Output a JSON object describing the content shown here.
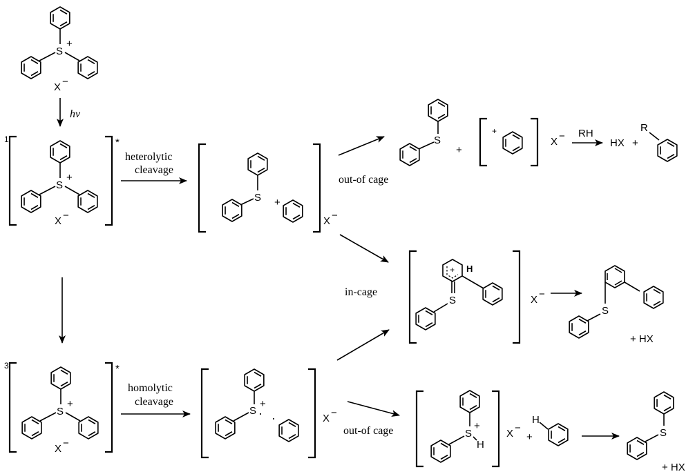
{
  "atoms": {
    "sulfur": "S",
    "plus": "+",
    "counterion": "X",
    "minus": "−",
    "hydrogen": "H",
    "radical_dot": "·",
    "alkyl_r": "R"
  },
  "reagents": {
    "light": "hv",
    "rh": "RH",
    "hx": "HX",
    "plus_hx": "+ HX",
    "plus_sign": "+"
  },
  "states": {
    "singlet": "1",
    "triplet": "3",
    "excited": "*"
  },
  "labels": {
    "heterolytic_line1": "heterolytic",
    "heterolytic_line2": "cleavage",
    "homolytic_line1": "homolytic",
    "homolytic_line2": "cleavage",
    "out_of_cage_top": "out-of cage",
    "in_cage": "in-cage",
    "out_of_cage_bottom": "out-of cage"
  }
}
